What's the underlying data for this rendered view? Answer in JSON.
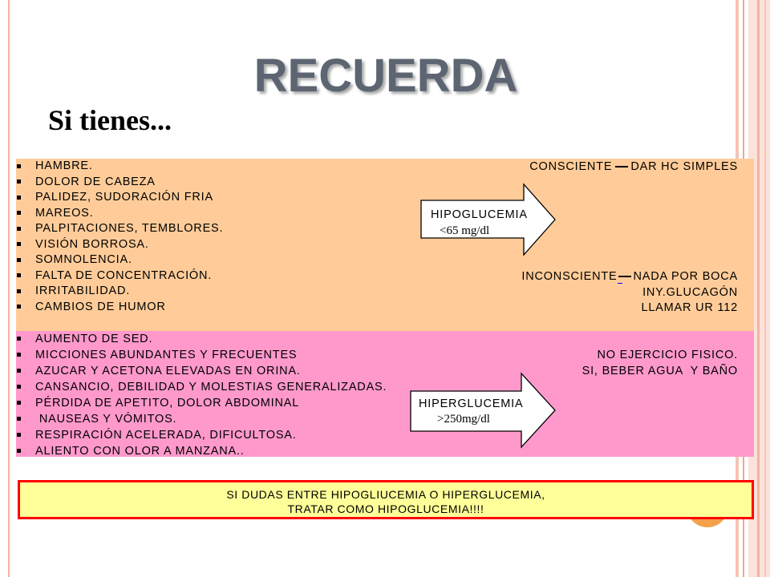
{
  "title": "RECUERDA",
  "subtitle": "Si tienes...",
  "hypo": {
    "symptoms": [
      "HAMBRE.",
      "DOLOR DE CABEZA",
      "PALIDEZ, SUDORACIÓN FRIA",
      "MAREOS.",
      "PALPITACIONES, TEMBLORES.",
      "VISIÓN BORROSA.",
      "SOMNOLENCIA.",
      "FALTA DE CONCENTRACIÓN.",
      "IRRITABILIDAD.",
      "CAMBIOS DE HUMOR"
    ],
    "arrow": {
      "label": "HIPOGLUCEMIA",
      "value": "<65 mg/dl"
    },
    "conscious": {
      "condition": "CONSCIENTE",
      "action": "DAR HC SIMPLES"
    },
    "unconscious": {
      "condition": "INCONSCIENTE",
      "action": "NADA POR BOCA",
      "steps": [
        "INY.GLUCAGÓN",
        "LLAMAR UR 112"
      ]
    }
  },
  "hyper": {
    "symptoms": [
      "AUMENTO DE SED.",
      "MICCIONES ABUNDANTES Y FRECUENTES",
      "AZUCAR Y ACETONA ELEVADAS EN ORINA.",
      "CANSANCIO, DEBILIDAD Y MOLESTIAS GENERALIZADAS.",
      "PÉRDIDA DE APETITO, DOLOR ABDOMINAL",
      " NAUSEAS Y VÓMITOS.",
      "RESPIRACIÓN ACELERADA, DIFICULTOSA.",
      "ALIENTO CON OLOR A MANZANA.."
    ],
    "arrow": {
      "label": "HIPERGLUCEMIA",
      "value": ">250mg/dl"
    },
    "advice": [
      "NO EJERCICIO FISICO.",
      "SI, BEBER AGUA  Y BAÑO"
    ]
  },
  "warning": {
    "line1": "SI DUDAS ENTRE HIPOGLIUCEMIA O HIPERGLUCEMIA,",
    "line2": "TRATAR COMO HIPOGLUCEMIA!!!!"
  },
  "colors": {
    "title": "#5c6571",
    "hypo_panel": "#ffcc99",
    "hyper_panel": "#ff99cc",
    "warning_bg": "#ffff99",
    "warning_border": "#ff0000",
    "circle": "#f5a04a",
    "border_accent": "#f3b4a2"
  }
}
